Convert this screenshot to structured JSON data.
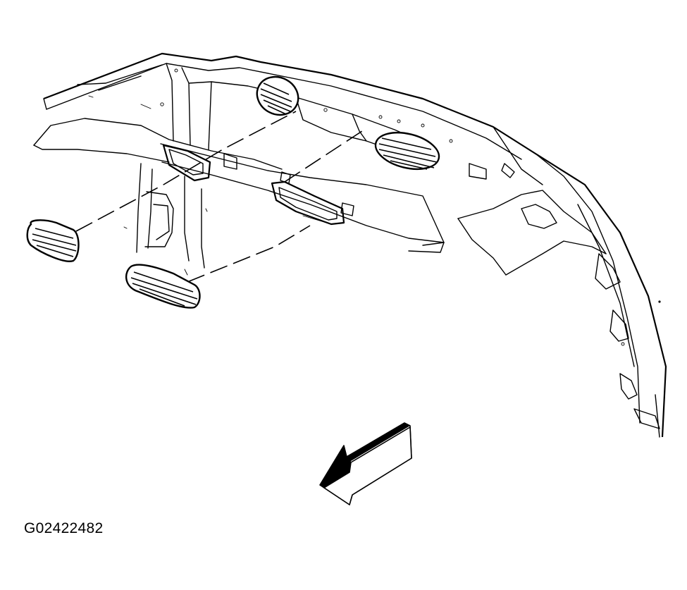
{
  "figure": {
    "figure_id": "G02422482"
  },
  "parts": [
    {
      "id": "left-grille-insert"
    },
    {
      "id": "right-grille-insert"
    },
    {
      "id": "bumper-fascia"
    },
    {
      "id": "view-direction-arrow"
    }
  ]
}
